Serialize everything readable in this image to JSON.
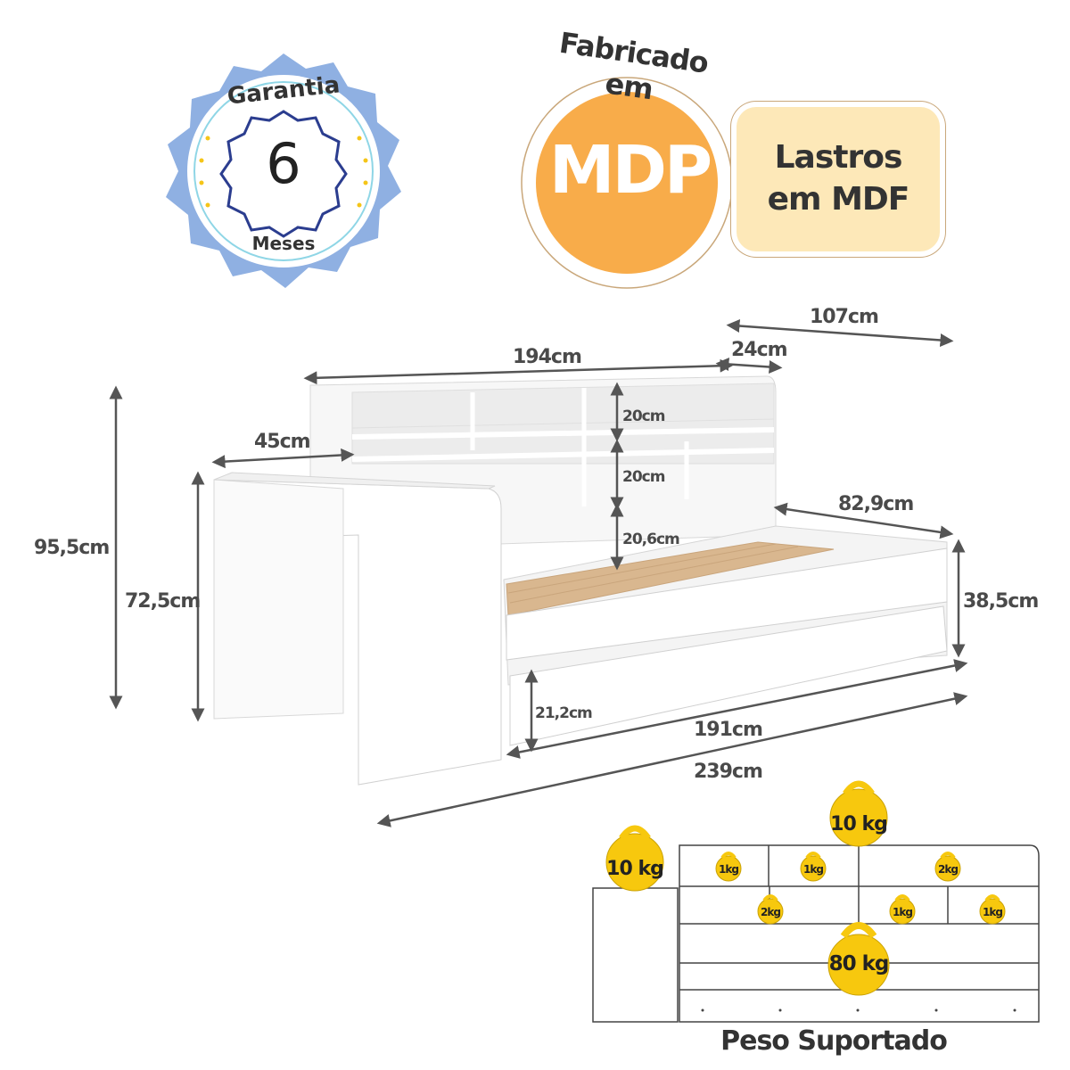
{
  "warranty": {
    "top": "Garantia",
    "number": "6",
    "bottom": "Meses"
  },
  "material": {
    "arc_text": "Fabricado em",
    "badge": "MDP",
    "slats_line1": "Lastros",
    "slats_line2": "em MDF"
  },
  "dimensions": {
    "depth_top": "107cm",
    "shelf_depth": "24cm",
    "width_top": "194cm",
    "desk_depth": "45cm",
    "shelf_h1": "20cm",
    "shelf_h2": "20cm",
    "shelf_h3": "20,6cm",
    "bed_width": "82,9cm",
    "total_height": "95,5cm",
    "desk_height": "72,5cm",
    "bed_height": "38,5cm",
    "trundle_height": "21,2cm",
    "bed_length": "191cm",
    "total_length": "239cm"
  },
  "weights": {
    "title": "Peso Suportado",
    "top": "10 kg",
    "desk": "10 kg",
    "s1": "1kg",
    "s2": "1kg",
    "s3": "2kg",
    "s4": "2kg",
    "s5": "1kg",
    "s6": "1kg",
    "bed": "80 kg"
  },
  "colors": {
    "warranty_blue": "#8fb0e2",
    "mdp_orange": "#f8ac4a",
    "slats_cream": "#fde8b8",
    "weight_yellow": "#f7c80e",
    "slat_wood": "#d9b78f"
  }
}
